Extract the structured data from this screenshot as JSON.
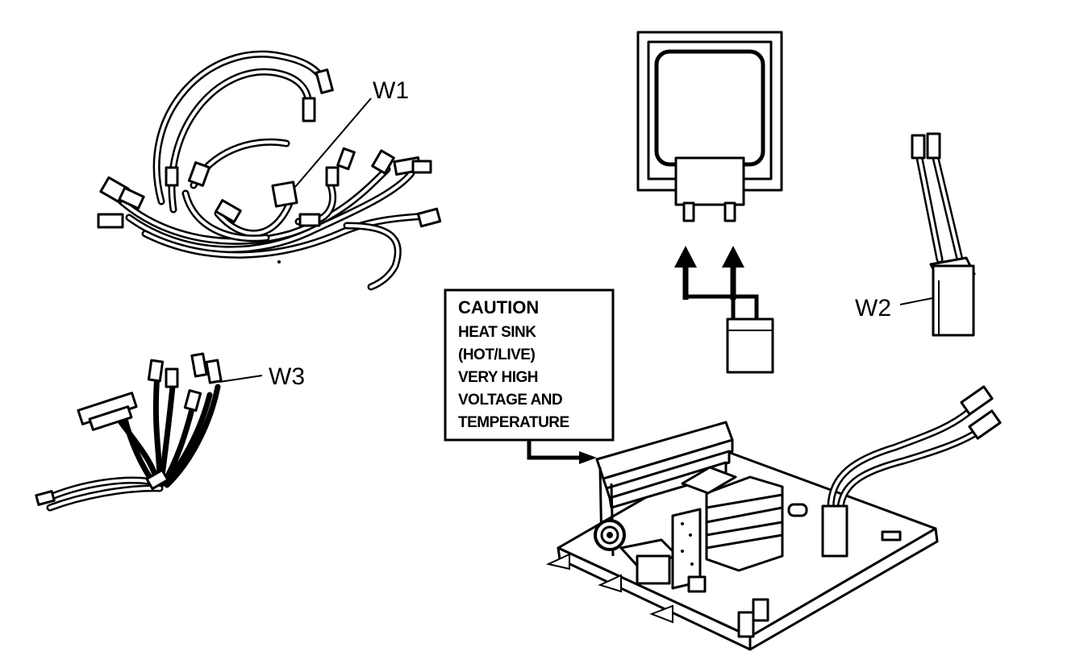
{
  "labels": {
    "w1": "W1",
    "w2": "W2",
    "w3": "W3"
  },
  "caution": {
    "title": "CAUTION",
    "lines": [
      "HEAT SINK",
      "(HOT/LIVE)",
      "VERY HIGH",
      "VOLTAGE AND",
      "TEMPERATURE"
    ]
  }
}
